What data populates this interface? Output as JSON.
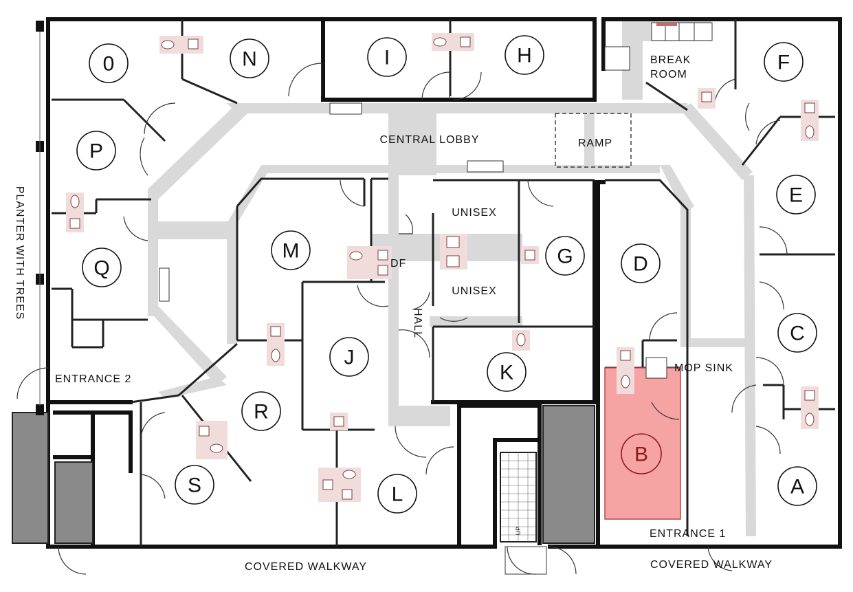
{
  "rooms": {
    "o": "0",
    "n": "N",
    "i": "I",
    "h": "H",
    "f": "F",
    "p": "P",
    "e": "E",
    "q": "Q",
    "m": "M",
    "g": "G",
    "d": "D",
    "c": "C",
    "j": "J",
    "k": "K",
    "r": "R",
    "s": "S",
    "l": "L",
    "b": "B",
    "a": "A"
  },
  "labels": {
    "break_room_1": "BREAK",
    "break_room_2": "ROOM",
    "central_lobby": "CENTRAL LOBBY",
    "ramp": "RAMP",
    "unisex_top": "UNISEX",
    "unisex_bottom": "UNISEX",
    "df": "DF",
    "hall": "HALL",
    "mop_sink": "MOP SINK",
    "entrance_2": "ENTRANCE 2",
    "entrance_1": "ENTRANCE 1",
    "covered_walkway_left": "COVERED WALKWAY",
    "covered_walkway_right": "COVERED WALKWAY",
    "planter": "PLANTER WITH TREES",
    "stair_up": "UP"
  },
  "colors": {
    "highlight_room_fill": "#f5a3a3",
    "highlight_room_text": "#8b1a1a",
    "corridor": "#d9d9d9",
    "fixture_halo": "#f1dcdc"
  }
}
